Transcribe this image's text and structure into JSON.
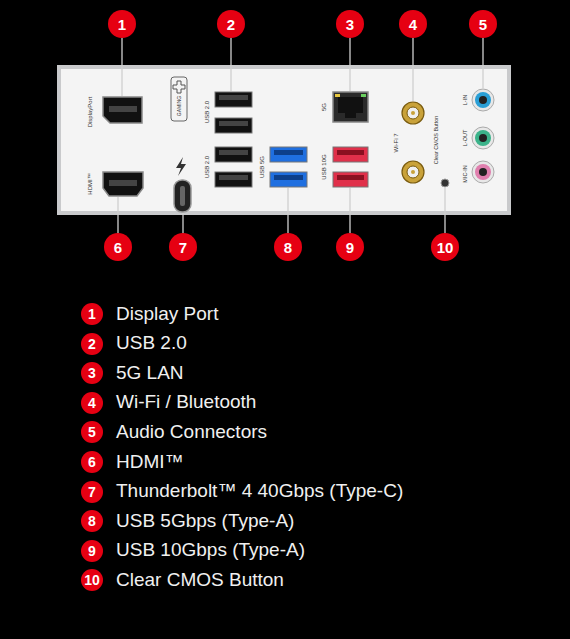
{
  "diagram": {
    "nodes": [
      {
        "text": [
          "DisplayPort",
          "HDMI™",
          "GAMING",
          "USB 2.0",
          "USB 2.0",
          "USB 5G",
          "5G",
          "USB 10G",
          "Wi-Fi 7",
          "Clear CMOS Button",
          "L-IN",
          "L-OUT",
          "MIC-IN"
        ]
      },
      {
        "text": [
          "1"
        ]
      },
      {
        "text": [
          "2"
        ]
      },
      {
        "text": [
          "3"
        ]
      },
      {
        "text": [
          "4"
        ]
      },
      {
        "text": [
          "5"
        ]
      },
      {
        "text": [
          "6"
        ]
      },
      {
        "text": [
          "7"
        ]
      },
      {
        "text": [
          "8"
        ]
      },
      {
        "text": [
          "9"
        ]
      },
      {
        "text": [
          "10"
        ]
      },
      {
        "text": [
          "1",
          "Display Port"
        ]
      },
      {
        "text": [
          "2",
          "USB 2.0"
        ]
      },
      {
        "text": [
          "3",
          "5G LAN"
        ]
      },
      {
        "text": [
          "4",
          "Wi-Fi / Bluetooth"
        ]
      },
      {
        "text": [
          "5",
          "Audio Connectors"
        ]
      },
      {
        "text": [
          "6",
          "HDMI™"
        ]
      },
      {
        "text": [
          "7",
          "Thunderbolt™ 4 40Gbps (Type-C)"
        ]
      },
      {
        "text": [
          "8",
          "USB 5Gbps (Type-A)"
        ]
      },
      {
        "text": [
          "9",
          "USB 10Gbps (Type-A)"
        ]
      },
      {
        "text": [
          "10",
          "Clear CMOS Button"
        ]
      }
    ],
    "edges": [
      {
        "from": 1,
        "to": 0,
        "arrow": "none"
      },
      {
        "from": 2,
        "to": 0,
        "arrow": "none"
      },
      {
        "from": 3,
        "to": 0,
        "arrow": "none"
      },
      {
        "from": 4,
        "to": 0,
        "arrow": "none"
      },
      {
        "from": 5,
        "to": 0,
        "arrow": "none"
      },
      {
        "from": 6,
        "to": 0,
        "arrow": "none"
      },
      {
        "from": 7,
        "to": 0,
        "arrow": "none"
      },
      {
        "from": 8,
        "to": 0,
        "arrow": "none"
      },
      {
        "from": 9,
        "to": 0,
        "arrow": "none"
      },
      {
        "from": 10,
        "to": 0,
        "arrow": "none"
      }
    ]
  }
}
